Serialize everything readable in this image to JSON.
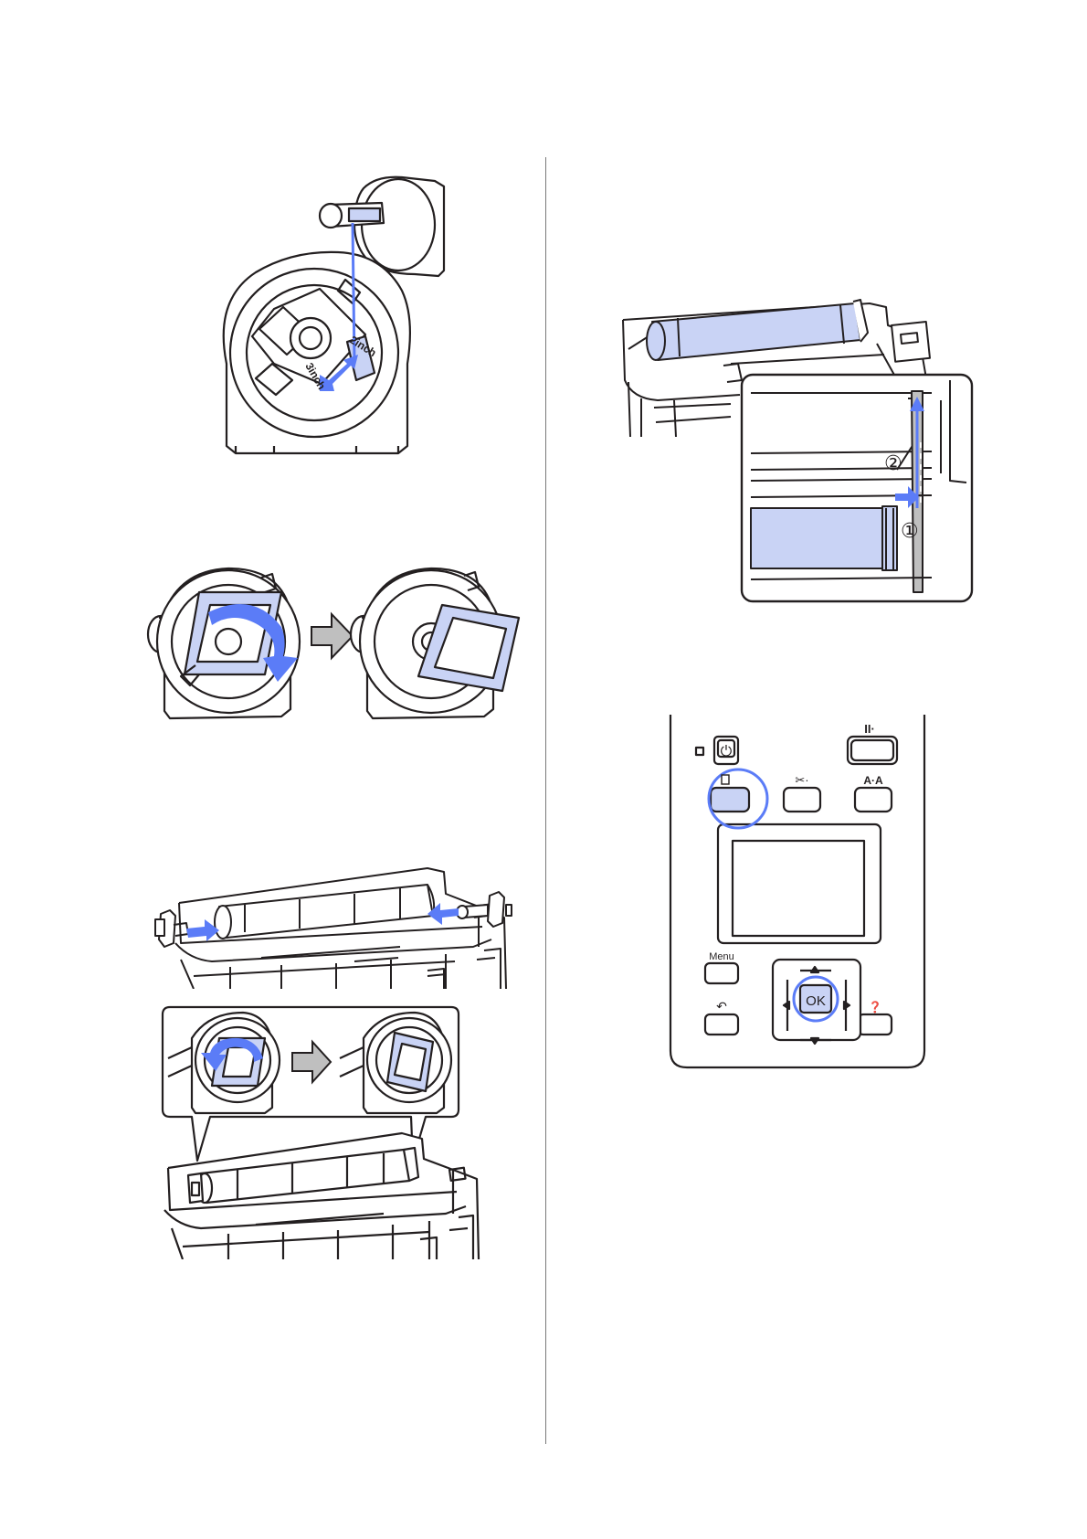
{
  "page": {
    "type": "printer-manual-illustration-page"
  },
  "colors": {
    "accent": "#5b7cf7",
    "highlight_fill": "#c9d3f5",
    "line": "#231f20",
    "arrow_gray": "#bfbfbf"
  },
  "figures": {
    "adapter_size_lever": {
      "label_2inch": "2inch",
      "label_3inch": "3inch"
    },
    "adapter_lock_release": {},
    "insert_adapters": {},
    "lock_adapters": {},
    "paper_edge_alignment": {
      "step1": "①",
      "step2": "②"
    },
    "control_panel": {
      "menu_label": "Menu",
      "ok_label": "OK",
      "help_glyph": "❓",
      "back_glyph": "↶",
      "power_glyph": "⏻",
      "pause_glyph": "II·",
      "aa_label": "A·A",
      "cut_glyph": "✂·"
    }
  }
}
